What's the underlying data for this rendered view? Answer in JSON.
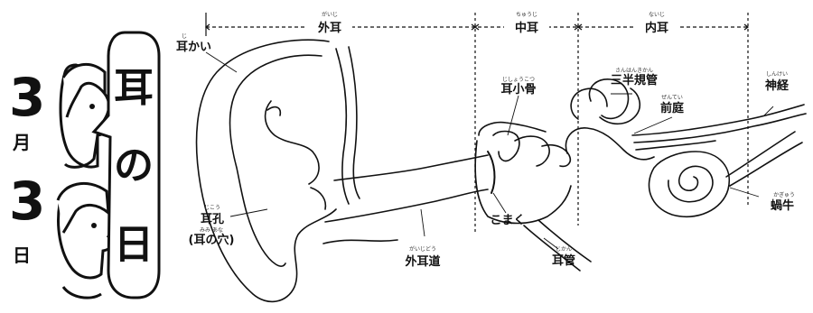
{
  "date": {
    "month_number": "3",
    "month_unit": "月",
    "day_number": "3",
    "day_unit": "日"
  },
  "bubble": {
    "chars": [
      "耳",
      "の",
      "日"
    ]
  },
  "sections": [
    {
      "label": "外耳",
      "ruby": "がいじ"
    },
    {
      "label": "中耳",
      "ruby": "ちゅうじ"
    },
    {
      "label": "内耳",
      "ruby": "ないじ"
    }
  ],
  "parts": {
    "pinna": {
      "label": "耳かい",
      "ruby": "じ"
    },
    "ossicles": {
      "label": "耳小骨",
      "ruby": "じしょうこつ"
    },
    "semicircular": {
      "label": "三半規管",
      "ruby": "さんはんきかん"
    },
    "vestibule": {
      "label": "前庭",
      "ruby": "ぜんてい"
    },
    "nerve": {
      "label": "神経",
      "ruby": "しんけい"
    },
    "cochlea": {
      "label": "蝸牛",
      "ruby": "かぎゅう"
    },
    "ear_hole": {
      "label": "耳孔",
      "ruby": "じこう",
      "sub": "(耳の穴)",
      "sub_ruby": "みみ あな"
    },
    "eardrum": {
      "label": "こまく"
    },
    "ear_canal": {
      "label": "外耳道",
      "ruby": "がいじどう"
    },
    "eustachian": {
      "label": "耳管",
      "ruby": "じかん"
    }
  }
}
